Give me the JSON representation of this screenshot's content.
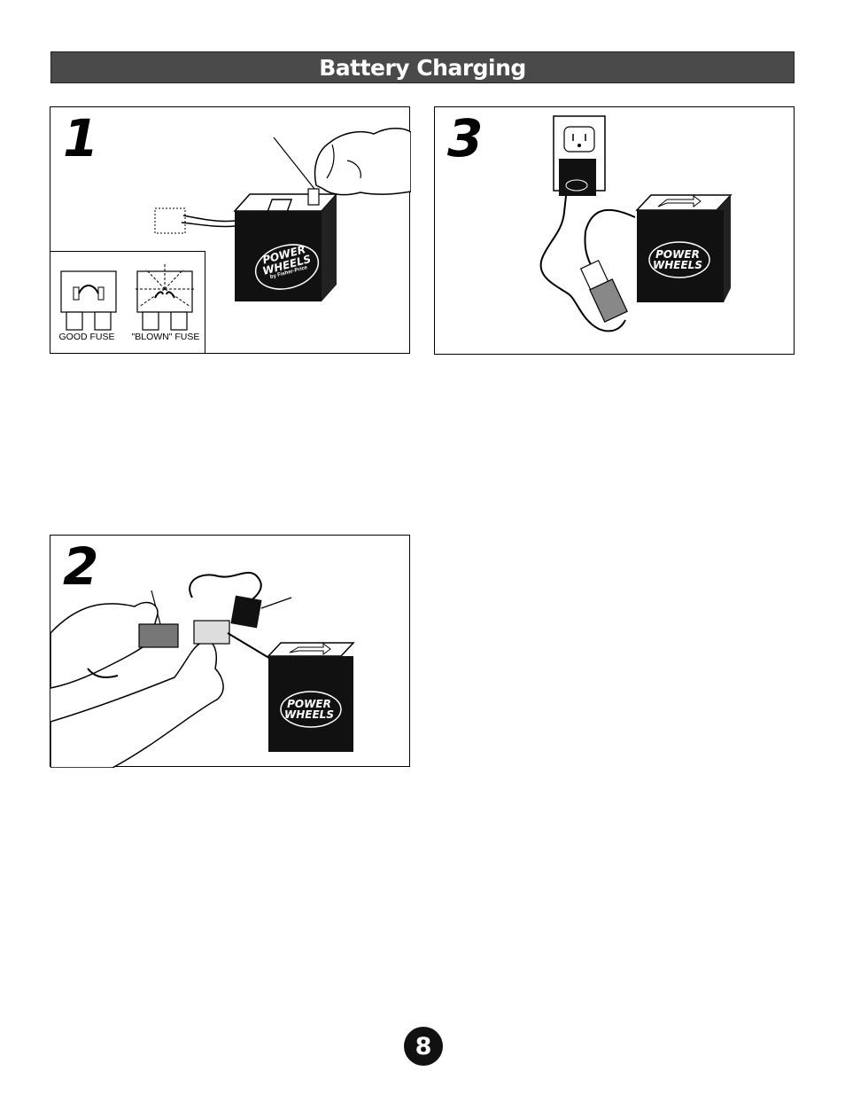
{
  "header": {
    "title": "Battery Charging"
  },
  "steps": [
    {
      "number": "1",
      "fuse_labels": {
        "good": "GOOD FUSE",
        "blown": "\"BLOWN\" FUSE"
      },
      "battery_logo": {
        "line1": "POWER",
        "line2": "WHEELS",
        "line3": "by Fisher-Price"
      }
    },
    {
      "number": "2",
      "battery_logo": {
        "line1": "POWER",
        "line2": "WHEELS"
      }
    },
    {
      "number": "3",
      "battery_logo": {
        "line1": "POWER",
        "line2": "WHEELS"
      }
    }
  ],
  "page_number": "8"
}
